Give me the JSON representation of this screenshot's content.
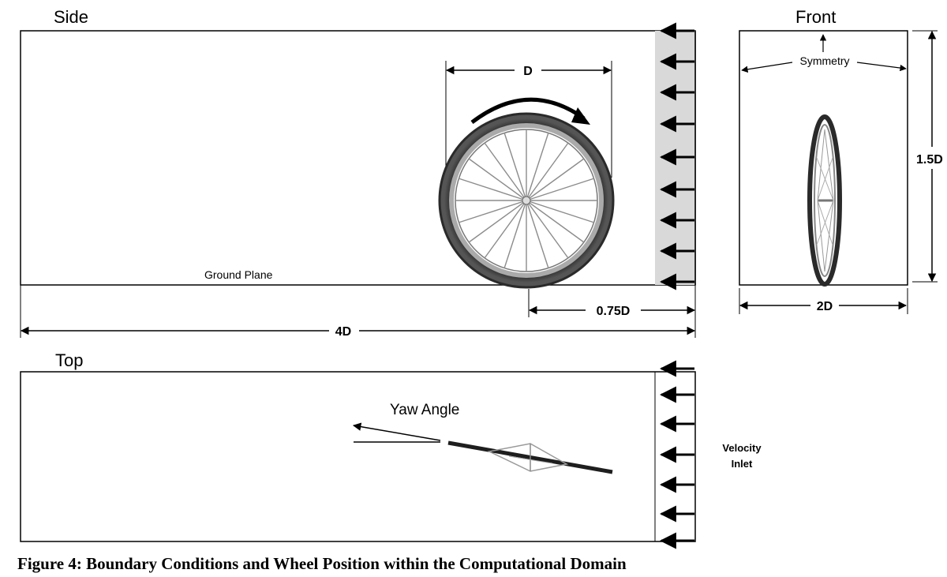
{
  "views": {
    "side": {
      "title": "Side",
      "ground_label": "Ground Plane",
      "wheel_diameter_label": "D",
      "inlet_offset_label": "0.75D",
      "length_label": "4D"
    },
    "front": {
      "title": "Front",
      "symmetry_label": "Symmetry",
      "height_label": "1.5D",
      "width_label": "2D"
    },
    "top": {
      "title": "Top",
      "yaw_label": "Yaw Angle",
      "inlet_label_line1": "Velocity",
      "inlet_label_line2": "Inlet"
    }
  },
  "caption": "Figure 4: Boundary Conditions and Wheel Position within the Computational Domain",
  "colors": {
    "inlet_fill": "#d9d9d9",
    "tire": "#3a3a3a",
    "rim": "#9a9a9a",
    "spoke": "#8c8c8c"
  },
  "icons": [
    "flow-arrow-icon",
    "rotation-arrow-icon",
    "wheel-icon"
  ]
}
